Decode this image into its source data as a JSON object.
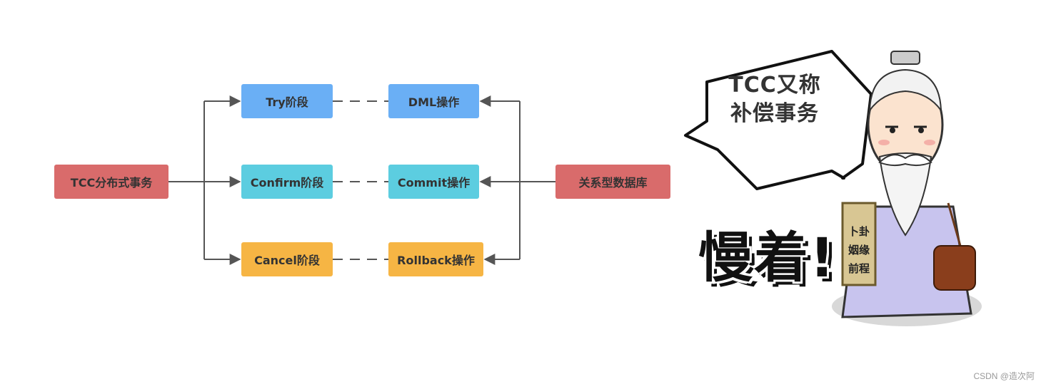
{
  "diagram": {
    "source": "TCC分布式事务",
    "target": "关系型数据库",
    "phases": [
      "Try阶段",
      "Confirm阶段",
      "Cancel阶段"
    ],
    "operations": [
      "DML操作",
      "Commit操作",
      "Rollback操作"
    ],
    "colors": {
      "source": "#d96b6b",
      "target": "#d96b6b",
      "try": "#6aaff5",
      "confirm": "#5ccde0",
      "cancel": "#f6b544",
      "line": "#555555"
    }
  },
  "illustration": {
    "bubble_line1": "TCC又称",
    "bubble_line2": "补偿事务",
    "big_text": "慢着!",
    "scroll_line1": "卜卦",
    "scroll_line2": "姻缘",
    "scroll_line3": "前程"
  },
  "watermark": "CSDN @造次阿"
}
